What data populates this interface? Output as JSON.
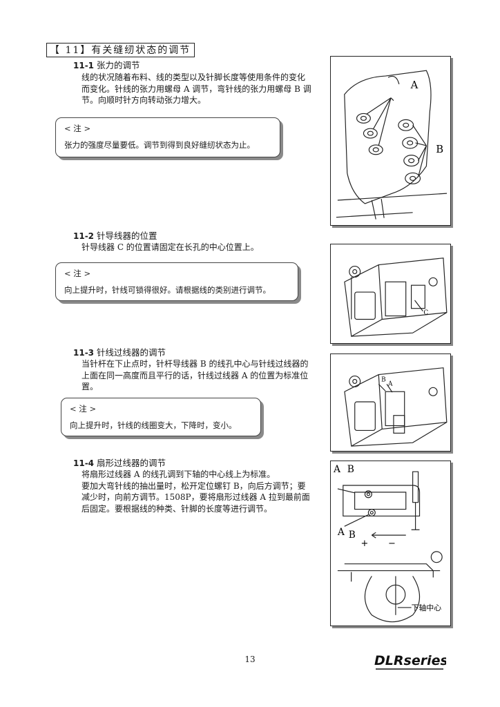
{
  "section": {
    "title": "【 11】有关缝纫状态的调节"
  },
  "s1": {
    "num": "11-1",
    "title": "张力的调节",
    "body": [
      "线的状况随着布料、线的类型以及针脚长度等使用条件的变化",
      "而变化。针线的张力用螺母 A 调节，弯针线的张力用螺母 B 调",
      "节。向顺时针方向转动张力增大。"
    ],
    "note_title": "< 注 >",
    "note_body": "张力的强度尽量要低。调节到得到良好缝纫状态为止。",
    "fig_labels": {
      "a": "A",
      "b": "B"
    }
  },
  "s2": {
    "num": "11-2",
    "title": "针导线器的位置",
    "body": [
      "针导线器 C 的位置请固定在长孔的中心位置上。"
    ],
    "note_title": "< 注 >",
    "note_body": "向上提升时，针线可锁得很好。请根据线的类别进行调节。",
    "fig_labels": {
      "c": "C"
    }
  },
  "s3": {
    "num": "11-3",
    "title": "针线过线器的调节",
    "body": [
      "当针杆在下止点时，针杆导线器 B 的线孔中心与针线过线器的",
      "上面在同一高度而且平行的话，针线过线器 A 的位置为标准位",
      "置。"
    ],
    "note_title": "< 注 >",
    "note_body": "向上提升时，针线的线圈变大，下降时，变小。",
    "fig_labels": {
      "b": "B",
      "a": "A"
    }
  },
  "s4": {
    "num": "11-4",
    "title": "扇形过线器的调节",
    "body": [
      "将扇形过线器 A 的线孔调到下轴的中心线上为标准。",
      "要加大弯针线的抽出量时，松开定位螺钉 B，向后方调节；要",
      "减少时，向前方调节。1508P，要将扇形过线器 A 拉到最前面",
      "后固定。要根据线的种类、针脚的长度等进行调节。"
    ],
    "fig_labels": {
      "a_top": "A",
      "b_top": "B",
      "a_bot": "A",
      "b_bot": "B",
      "plus": "+",
      "minus": "−",
      "shaft": "下轴中心"
    }
  },
  "footer": {
    "page": "13",
    "logo": "DLRseries"
  }
}
